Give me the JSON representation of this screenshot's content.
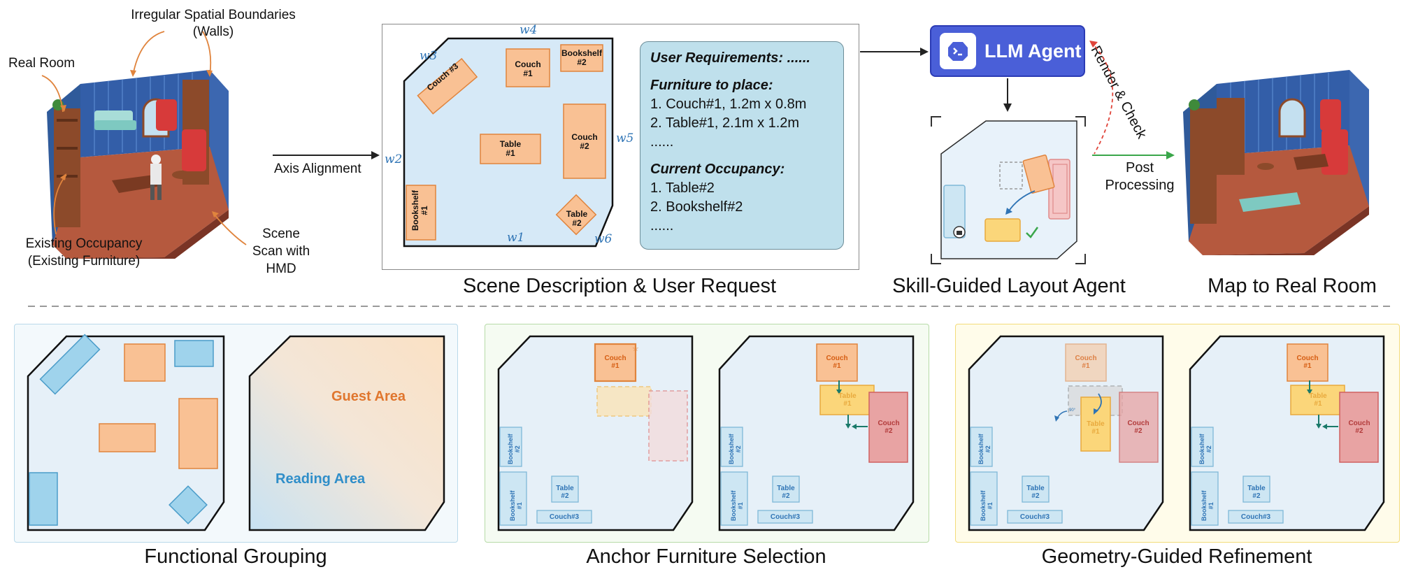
{
  "colors": {
    "panel1_border": "#b9d9ea",
    "panel1_bg": "#f3f9fc",
    "panel2_border": "#b7dba8",
    "panel2_bg": "#f5fbf2",
    "panel3_border": "#f3dc7a",
    "panel3_bg": "#fffcea",
    "llm_agent": "#4a5fd8",
    "requirements_bg": "#bfe0ec",
    "room_fill": "#d6e9f7",
    "furniture_orange": "#f9c194",
    "furniture_blue": "#9fd3ec",
    "couch2_red": "#e8a3a3",
    "table1_yellow": "#fbd67a",
    "wall_label": "#2f74b5",
    "green_arrow": "#3aa64a",
    "red_arrow": "#e0443a"
  },
  "top": {
    "room_annotations": {
      "irregular_boundaries": [
        "Irregular Spatial Boundaries",
        "(Walls)"
      ],
      "real_room": "Real Room",
      "existing_occupancy": [
        "Existing Occupancy",
        "(Existing Furniture)"
      ],
      "scene_scan": [
        "Scene",
        "Scan with",
        "HMD"
      ]
    },
    "axis_alignment": "Axis Alignment",
    "scene_map": {
      "walls": [
        "w1",
        "w2",
        "w3",
        "w4",
        "w5",
        "w6"
      ],
      "couch3": "Couch #3",
      "couch1": [
        "Couch",
        "#1"
      ],
      "bookshelf2": [
        "Bookshelf",
        "#2"
      ],
      "table1": [
        "Table",
        "#1"
      ],
      "couch2": [
        "Couch",
        "#2"
      ],
      "bookshelf1": [
        "Bookshelf",
        "#1"
      ],
      "table2": [
        "Table",
        "#2"
      ]
    },
    "requirements": {
      "heading": "User Requirements: ......",
      "furniture_heading": "Furniture to place:",
      "furniture_items": [
        "1. Couch#1, 1.2m x 0.8m",
        "2. Table#1, 2.1m x 1.2m",
        "......"
      ],
      "occupancy_heading": "Current Occupancy:",
      "occupancy_items": [
        "1.  Table#2",
        "2.  Bookshelf#2",
        "......"
      ]
    },
    "llm_agent": "LLM Agent",
    "render_check": "Render & Check",
    "post_processing": [
      "Post",
      "Processing"
    ],
    "captions": {
      "scene": "Scene Description & User Request",
      "skill": "Skill-Guided Layout Agent",
      "map": "Map to Real Room"
    }
  },
  "bottom": {
    "functional": {
      "guest_area": "Guest Area",
      "reading_area": "Reading Area",
      "caption": "Functional Grouping"
    },
    "anchor": {
      "caption": "Anchor Furniture Selection"
    },
    "geometry": {
      "caption": "Geometry-Guided Refinement",
      "angle": "90°"
    },
    "labels": {
      "couch1": [
        "Couch",
        "#1"
      ],
      "couch2": [
        "Couch",
        "#2"
      ],
      "table1": [
        "Table",
        "#1"
      ],
      "table2": [
        "Table",
        "#2"
      ],
      "bookshelf1": [
        "Bookshelf",
        "#1"
      ],
      "bookshelf2": [
        "Bookshelf",
        "#2"
      ],
      "couch3": "Couch#3"
    }
  }
}
